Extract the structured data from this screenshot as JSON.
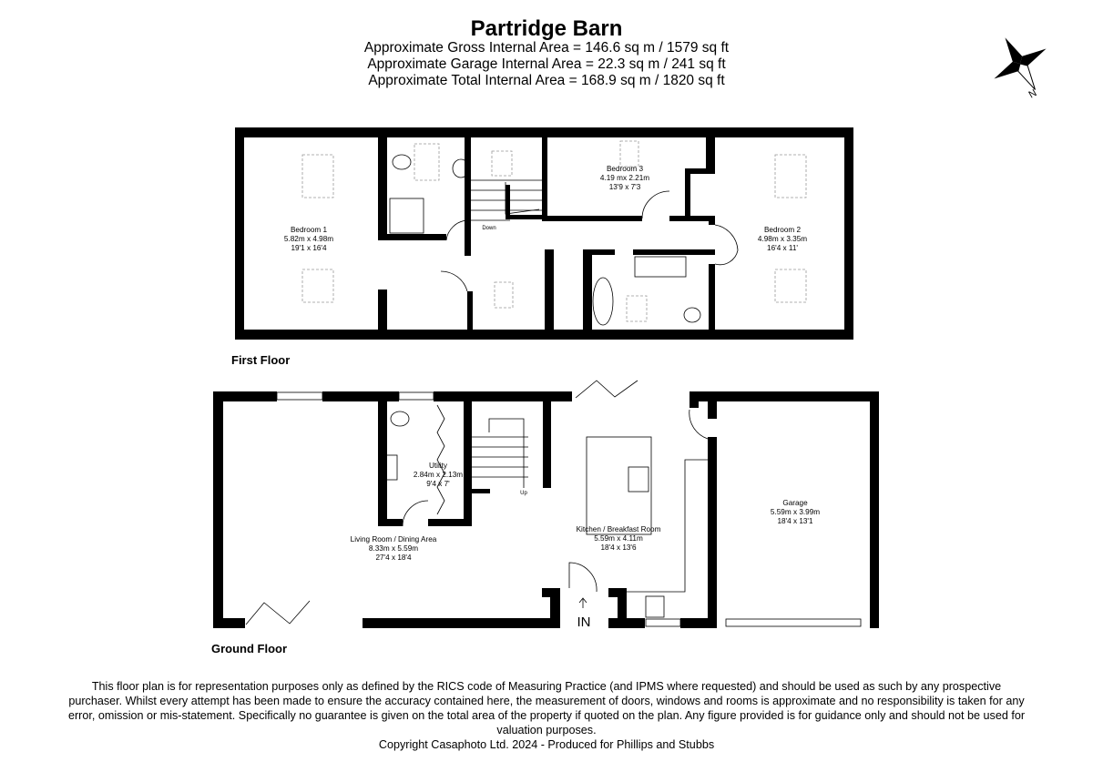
{
  "header": {
    "title": "Partridge Barn",
    "areas": [
      "Approximate Gross Internal Area = 146.6 sq m / 1579 sq ft",
      "Approximate Garage Internal Area = 22.3 sq m / 241 sq ft",
      "Approximate Total Internal Area = 168.9 sq m / 1820 sq ft"
    ]
  },
  "compass": {
    "icon": "compass-icon",
    "label": "N"
  },
  "first_floor": {
    "label": "First Floor",
    "rooms": [
      {
        "name": "Bedroom 1",
        "metric": "5.82m x 4.98m",
        "imperial": "19'1 x 16'4"
      },
      {
        "name": "Bedroom 3",
        "metric": "4.19 mx 2.21m",
        "imperial": "13'9 x 7'3"
      },
      {
        "name": "Bedroom 2",
        "metric": "4.98m x 3.35m",
        "imperial": "16'4 x 11'"
      }
    ],
    "stairs_label": "Down"
  },
  "ground_floor": {
    "label": "Ground Floor",
    "rooms": [
      {
        "name": "Utility",
        "metric": "2.84m x 2.13m",
        "imperial": "9'4 x 7'"
      },
      {
        "name": "Living Room / Dining Area",
        "metric": "8.33m x 5.59m",
        "imperial": "27'4 x 18'4"
      },
      {
        "name": "Kitchen / Breakfast Room",
        "metric": "5.59m x 4.11m",
        "imperial": "18'4 x 13'6"
      },
      {
        "name": "Garage",
        "metric": "5.59m x 3.99m",
        "imperial": "18'4 x 13'1"
      }
    ],
    "stairs_label": "Up",
    "entrance_label": "IN"
  },
  "disclaimer": {
    "text": "This floor plan is for representation purposes only as defined by the RICS code of Measuring Practice (and IPMS where requested) and should be used as such by any prospective purchaser. Whilst every attempt has been made to ensure the accuracy contained here, the measurement of doors, windows and rooms is approximate and no responsibility is taken for any error, omission or mis-statement. Specifically no guarantee is given on the total area of the property if quoted on the plan. Any figure provided is for guidance only and should not be used for valuation purposes.",
    "copyright": "Copyright Casaphoto Ltd. 2024 - Produced for Phillips and Stubbs"
  }
}
